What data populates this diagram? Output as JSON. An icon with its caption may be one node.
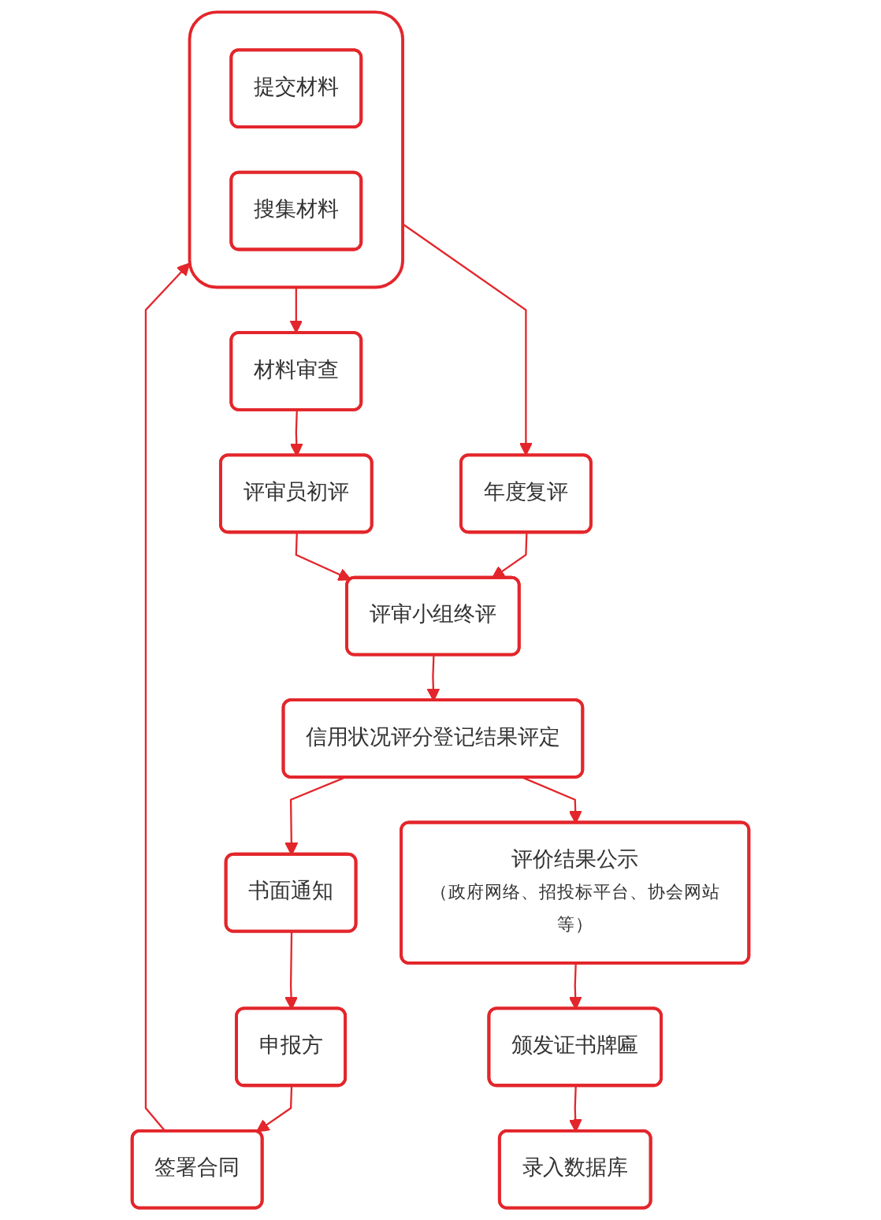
{
  "diagram": {
    "nodes": [
      {
        "text": [
          "申报方"
        ]
      },
      {
        "text": [
          "签署合同"
        ]
      },
      {
        "text": [
          "书面通知"
        ]
      },
      {
        "text": [],
        "shape": "box"
      },
      {
        "text": [
          "提交材料"
        ],
        "in": 3
      },
      {
        "text": [
          "搜集材料"
        ],
        "in": 3
      },
      {
        "text": [
          "年度复评"
        ]
      },
      {
        "text": [
          "材料审查"
        ]
      },
      {
        "text": [
          "评审员初评"
        ]
      },
      {
        "text": [
          "评审小组终评"
        ]
      },
      {
        "text": [
          "信用状况评分登记结果评定"
        ]
      },
      {
        "text": [
          "评价结果公示",
          "（政府网络、招投标平台、协会网站等）"
        ]
      },
      {
        "text": [
          "颁发证书牌匾"
        ]
      },
      {
        "text": [
          "录入数据库"
        ]
      }
    ],
    "edges": [
      {
        "from": 0,
        "to": 1,
        "arrow": "to"
      },
      {
        "from": 1,
        "to": 3,
        "arrow": "to"
      },
      {
        "from": 3,
        "to": 6,
        "arrow": "to"
      },
      {
        "from": 3,
        "to": 7,
        "arrow": "to"
      },
      {
        "from": 6,
        "to": 9,
        "arrow": "to"
      },
      {
        "from": 7,
        "to": 8,
        "arrow": "to"
      },
      {
        "from": 8,
        "to": 9,
        "arrow": "to"
      },
      {
        "from": 9,
        "to": 10,
        "arrow": "to"
      },
      {
        "from": 10,
        "to": 2,
        "arrow": "to"
      },
      {
        "from": 2,
        "to": 0,
        "arrow": "to"
      },
      {
        "from": 10,
        "to": 11,
        "arrow": "to"
      },
      {
        "from": 11,
        "to": 12,
        "arrow": "to"
      },
      {
        "from": 12,
        "to": 13,
        "arrow": "to"
      }
    ]
  }
}
